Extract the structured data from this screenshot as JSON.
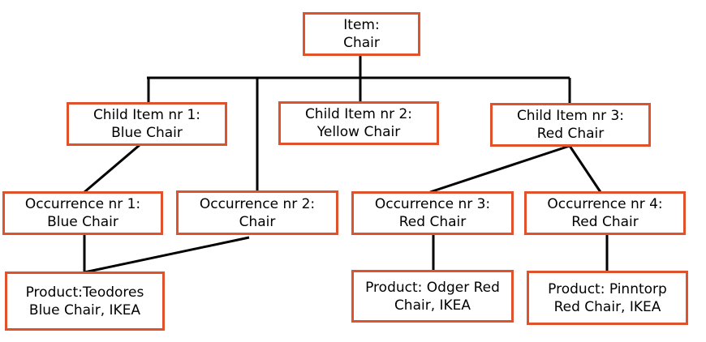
{
  "colors": {
    "box_border": "#e0522b",
    "connector": "#000000",
    "background": "#ffffff"
  },
  "nodes": {
    "item": {
      "line1": "Item:",
      "line2": "Chair"
    },
    "child1": {
      "line1": "Child Item nr 1:",
      "line2": "Blue Chair"
    },
    "child2": {
      "line1": "Child Item nr 2:",
      "line2": "Yellow Chair"
    },
    "child3": {
      "line1": "Child Item nr 3:",
      "line2": "Red Chair"
    },
    "occ1": {
      "line1": "Occurrence nr 1:",
      "line2": "Blue Chair"
    },
    "occ2": {
      "line1": "Occurrence nr 2:",
      "line2": "Chair"
    },
    "occ3": {
      "line1": "Occurrence nr 3:",
      "line2": "Red Chair"
    },
    "occ4": {
      "line1": "Occurrence nr 4:",
      "line2": "Red Chair"
    },
    "prod1": {
      "line1": "Product:Teodores",
      "line2": "Blue Chair, IKEA"
    },
    "prod2": {
      "line1": "Product: Odger Red",
      "line2": "Chair, IKEA"
    },
    "prod3": {
      "line1": "Product: Pinntorp",
      "line2": "Red Chair, IKEA"
    }
  }
}
